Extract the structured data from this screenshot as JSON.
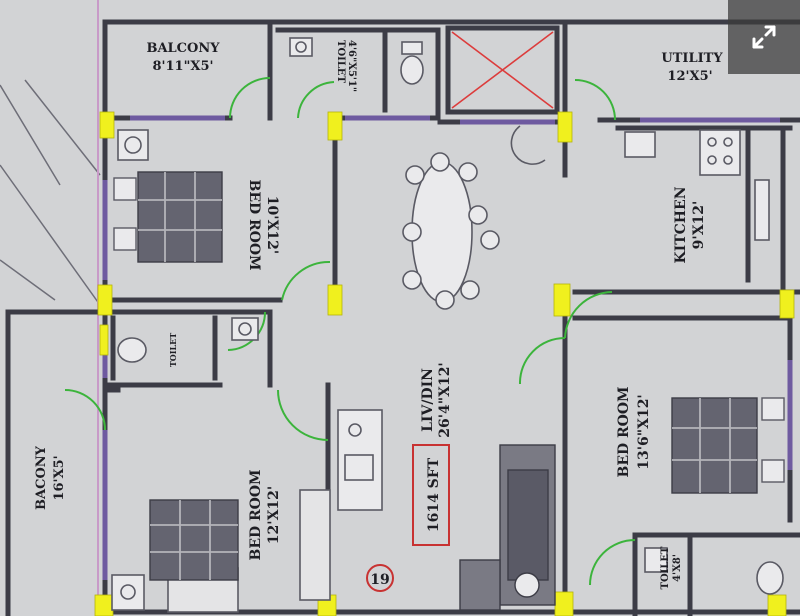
{
  "plan": {
    "rooms": {
      "balcony_top": {
        "name": "BALCONY",
        "size": "8'11\"X5'"
      },
      "toilet_top": {
        "name": "TOILET",
        "size": "4'6\"X5'1\""
      },
      "utility": {
        "name": "UTILITY",
        "size": "12'X5'"
      },
      "bedroom_left": {
        "name": "BED ROOM",
        "size": "10'X12'"
      },
      "kitchen": {
        "name": "KITCHEN",
        "size": "9'X12'"
      },
      "toilet_mid": {
        "name": "TOILET"
      },
      "living": {
        "name": "LIV/DIN",
        "size": "26'4\"X12'"
      },
      "bedroom_right": {
        "name": "BED ROOM",
        "size": "13'6\"X12'"
      },
      "bacony": {
        "name": "BACONY",
        "size": "16'X5'"
      },
      "bedroom_bottom": {
        "name": "BED ROOM",
        "size": "12'X12'"
      },
      "toilet_bottom": {
        "name": "TOILET",
        "size": "4'X8'"
      }
    },
    "area_label": "1614 SFT",
    "unit_number": "19"
  },
  "colors": {
    "background": "#d2d3d5",
    "wall": "#3c3c46",
    "column": "#f0f01e",
    "door": "#3cb43c",
    "shaft_cross": "#dc3c3c",
    "area_box": "#c83232"
  },
  "icons": {
    "expand": "expand-arrows-icon"
  }
}
